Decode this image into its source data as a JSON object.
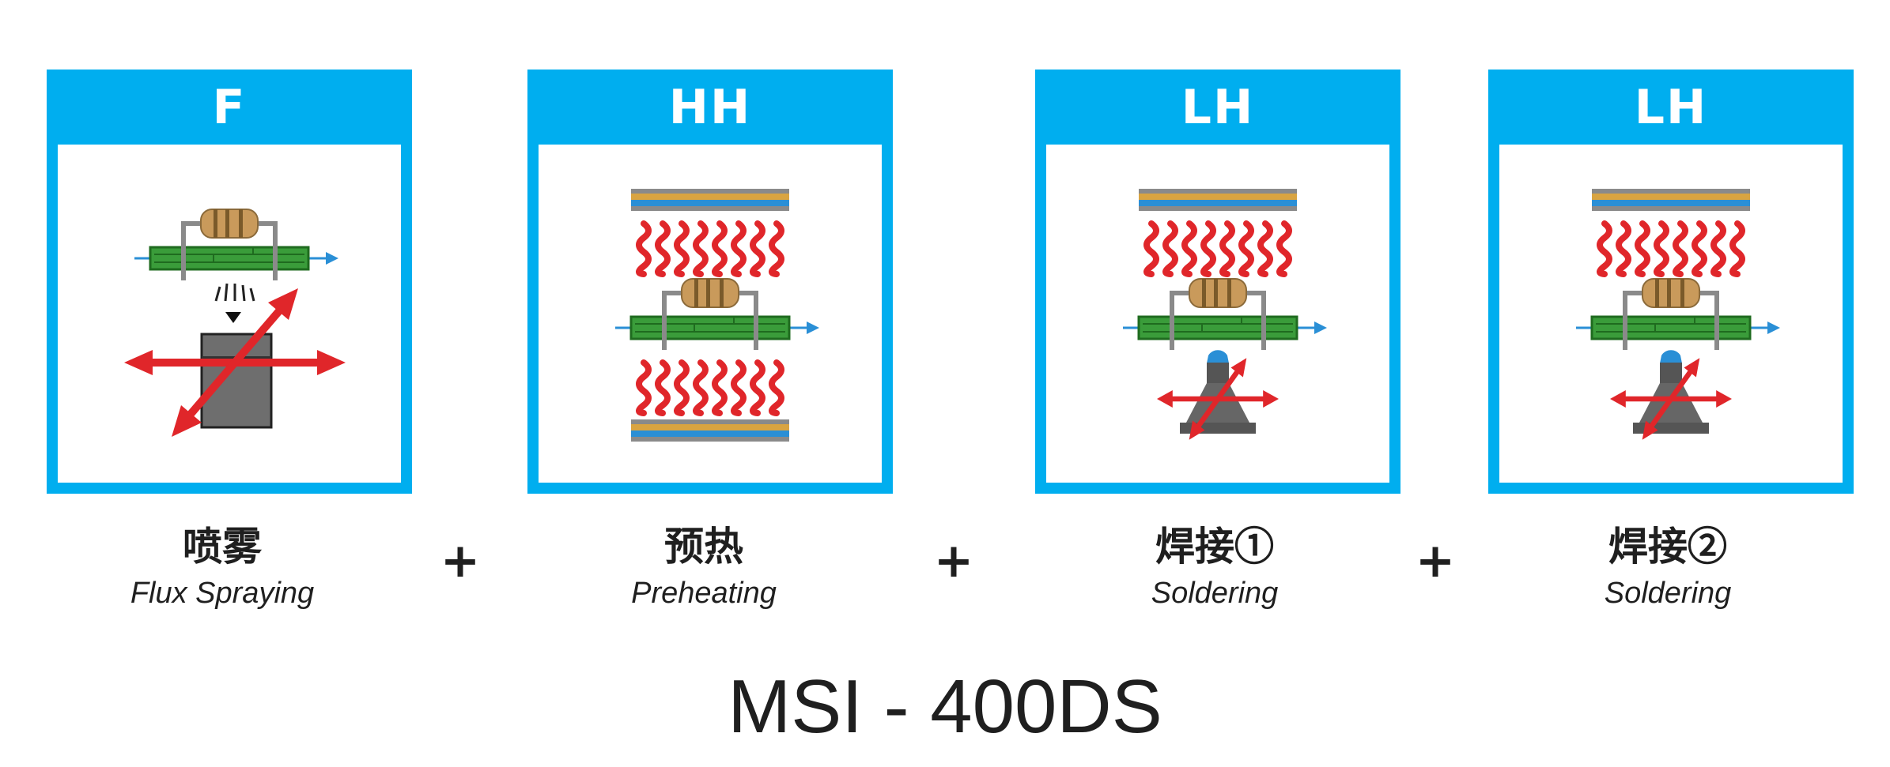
{
  "colors": {
    "frame": "#00aeef",
    "board": "#3a9c3a",
    "board_dark": "#1f6b1f",
    "heat": "#e0262a",
    "arrow": "#e0262a",
    "resistor": "#c99a5b",
    "lead": "#8a8a8a",
    "nozzle": "#666666",
    "nozzle_tip": "#2a8fd6",
    "flow": "#2a8fd6"
  },
  "stations": [
    {
      "code": "F",
      "name_cn": "喷雾",
      "name_en": "Flux Spraying",
      "icons": [
        "pcb-with-resistor-icon",
        "flux-spray-nozzle-icon"
      ]
    },
    {
      "code": "HH",
      "name_cn": "预热",
      "name_en": "Preheating",
      "icons": [
        "heater-plate-icon",
        "heat-wave-icon",
        "pcb-with-resistor-icon"
      ]
    },
    {
      "code": "LH",
      "name_cn": "焊接①",
      "name_en": "Soldering",
      "icons": [
        "heater-plate-icon",
        "heat-wave-icon",
        "pcb-with-resistor-icon",
        "solder-nozzle-icon"
      ]
    },
    {
      "code": "LH",
      "name_cn": "焊接②",
      "name_en": "Soldering",
      "icons": [
        "heater-plate-icon",
        "heat-wave-icon",
        "pcb-with-resistor-icon",
        "solder-nozzle-icon"
      ]
    }
  ],
  "separators": [
    "+",
    "+",
    "+"
  ],
  "model": "MSI - 400DS"
}
